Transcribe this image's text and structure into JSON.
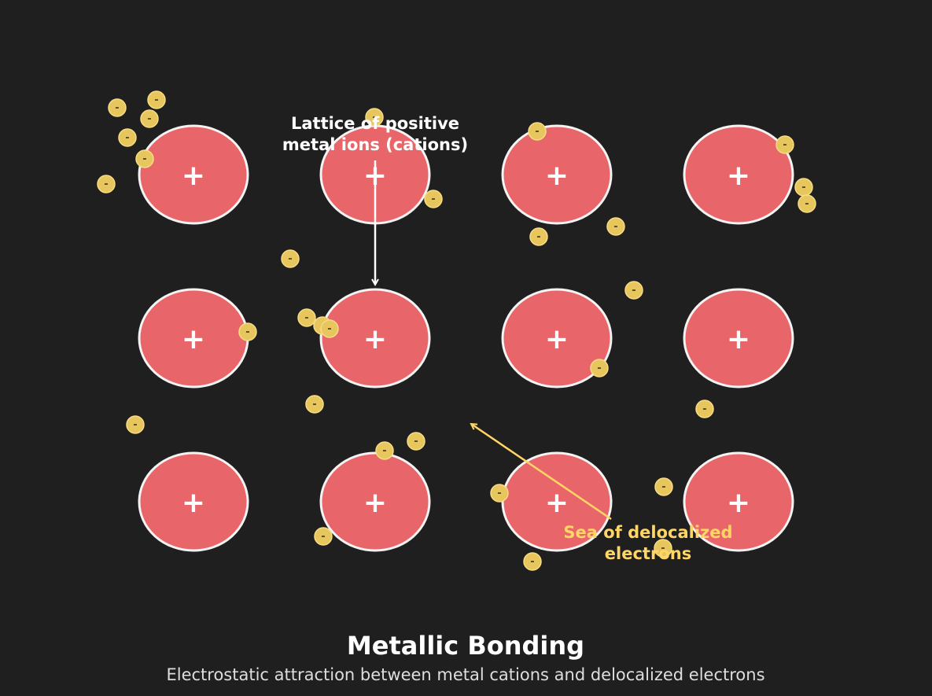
{
  "colors": {
    "background": "#1f1f1f",
    "cation_fill": "#e8666a",
    "cation_stroke": "#f3f3f3",
    "electron_fill": "#e7c65d",
    "electron_stroke": "#f7dc84",
    "lattice_annotation": "#ffffff",
    "sea_annotation": "#ffd666",
    "title": "#ffffff",
    "subtitle": "#dedede"
  },
  "cation_sign": "+",
  "electron_sign": "-",
  "lattice": {
    "rows": 3,
    "columns": 4
  },
  "annotations": {
    "lattice_line1": "Lattice of positive",
    "lattice_line2": "metal ions (cations)",
    "sea_line1": "Sea of delocalized",
    "sea_line2": "electrons"
  },
  "title": "Metallic Bonding",
  "subtitle": "Electrostatic attraction between metal cations and delocalized electrons"
}
